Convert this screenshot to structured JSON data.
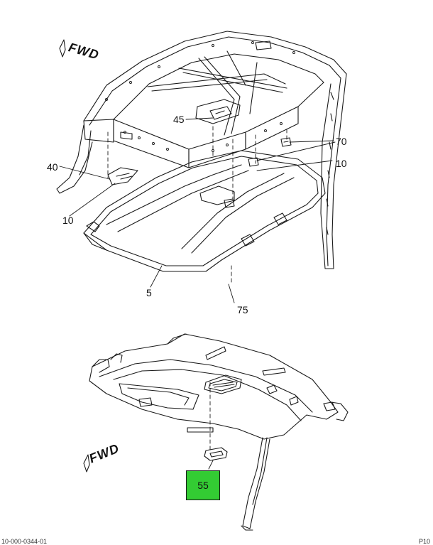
{
  "fwd_top": "FWD",
  "fwd_bottom": "FWD",
  "labels": {
    "p45": "45",
    "p70": "70",
    "p10_right": "10",
    "p40": "40",
    "p10_left": "10",
    "p5": "5",
    "p75": "75",
    "p55": "55"
  },
  "colors": {
    "line": "#1a1a1a",
    "light_line": "#555555",
    "highlight": "#33cc33"
  },
  "footer": {
    "left": "10-000-0344-01",
    "right": "P10"
  }
}
